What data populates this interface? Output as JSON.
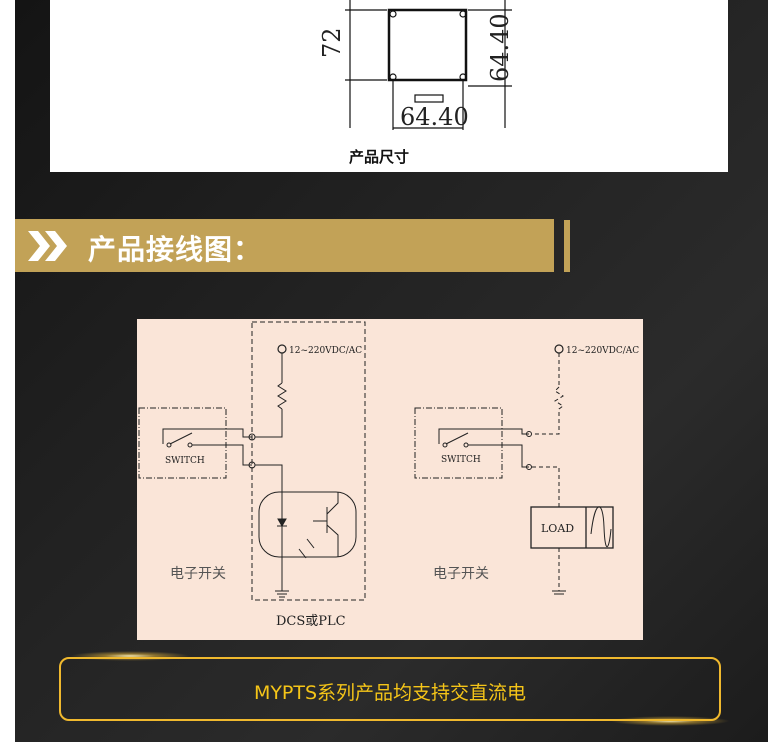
{
  "dimensions": {
    "height_label": "72",
    "side_label": "64.40",
    "bottom_label": "64.40",
    "caption": "产品尺寸"
  },
  "section": {
    "title": "产品接线图："
  },
  "diagram": {
    "supply_left": "12~220VDC/AC",
    "supply_right": "12~220VDC/AC",
    "switch_left": "SWITCH",
    "switch_right": "SWITCH",
    "label_left": "电子开关",
    "label_right": "电子开关",
    "dcs_label": "DCS或PLC",
    "load_label": "LOAD"
  },
  "note": {
    "text": "MYPTS系列产品均支持交直流电"
  },
  "colors": {
    "gold": "#c2a257",
    "note_border": "#f0b92e",
    "note_text": "#f5c518",
    "diagram_bg": "#fae5d8"
  }
}
